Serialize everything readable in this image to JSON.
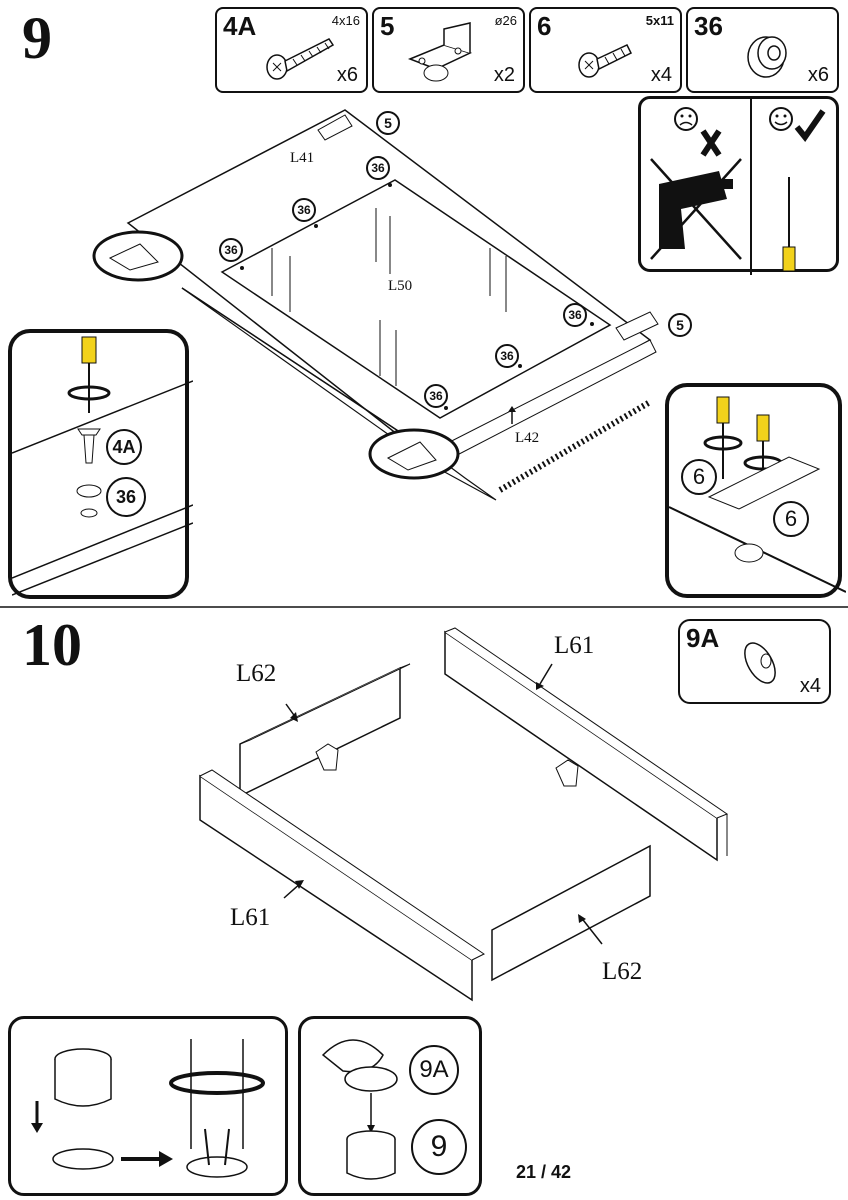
{
  "page": {
    "number": "21 / 42"
  },
  "step9": {
    "number": "9",
    "parts": [
      {
        "id": "4A",
        "spec": "4x16",
        "qty": "x6",
        "icon": "screw-icon"
      },
      {
        "id": "5",
        "spec": "ø26",
        "qty": "x2",
        "icon": "hinge-icon"
      },
      {
        "id": "6",
        "spec": "5x11",
        "qty": "x4",
        "icon": "short-screw-icon"
      },
      {
        "id": "36",
        "spec": "",
        "qty": "x6",
        "icon": "washer-icon"
      }
    ],
    "panels": [
      "L41",
      "L50",
      "L42"
    ],
    "callouts": {
      "hinge": "5",
      "washer": "36"
    },
    "tools": {
      "drill": "drill-forbidden-icon",
      "screwdriver": "screwdriver-ok-icon"
    },
    "inset_left": {
      "screw": "4A",
      "washer": "36"
    },
    "inset_right": {
      "screw_left": "6",
      "screw_right": "6"
    }
  },
  "step10": {
    "number": "10",
    "part": {
      "id": "9A",
      "qty": "x4",
      "icon": "cam-cap-icon"
    },
    "panels": {
      "back": "L61",
      "left": "L62",
      "front": "L61",
      "right": "L62"
    },
    "inset_cap": {
      "cap": "9A",
      "cam": "9"
    }
  }
}
